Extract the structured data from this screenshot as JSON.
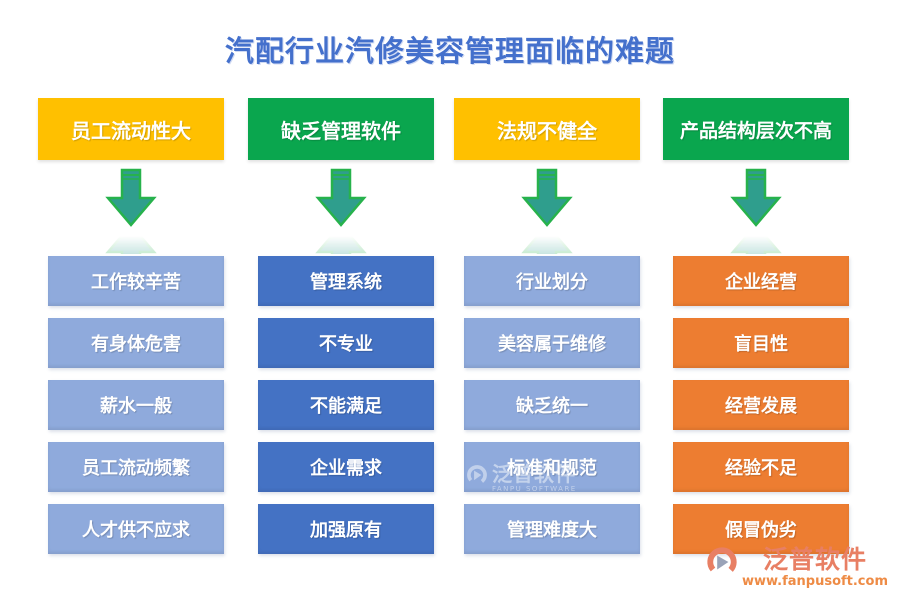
{
  "title": "汽配行业汽修美容管理面临的难题",
  "columns": [
    {
      "header": "员工流动性大",
      "header_color": "#FFC000",
      "item_color": "#8FAADC",
      "items": [
        "工作较辛苦",
        "有身体危害",
        "薪水一般",
        "员工流动频繁",
        "人才供不应求"
      ]
    },
    {
      "header": "缺乏管理软件",
      "header_color": "#0AA64E",
      "item_color": "#4472C4",
      "items": [
        "管理系统",
        "不专业",
        "不能满足",
        "企业需求",
        "加强原有"
      ]
    },
    {
      "header": "法规不健全",
      "header_color": "#FFC000",
      "item_color": "#8FAADC",
      "items": [
        "行业划分",
        "美容属于维修",
        "缺乏统一",
        "标准和规范",
        "管理难度大"
      ]
    },
    {
      "header": "产品结构层次不高",
      "header_color": "#0AA64E",
      "item_color": "#ED7D31",
      "items": [
        "企业经营",
        "盲目性",
        "经营发展",
        "经验不足",
        "假冒伪劣"
      ]
    }
  ],
  "watermark": {
    "name": "泛普软件",
    "subtitle": "FANPU SOFTWARE"
  },
  "footer_logo": {
    "name": "泛普软件",
    "url": "www.fanpusoft.com"
  },
  "colors": {
    "title": "#4470CC",
    "arrow_fill": "#2F9E8D",
    "arrow_border": "#27B24C",
    "logo_name": "#E87F64",
    "logo_url": "#EE8B45"
  }
}
